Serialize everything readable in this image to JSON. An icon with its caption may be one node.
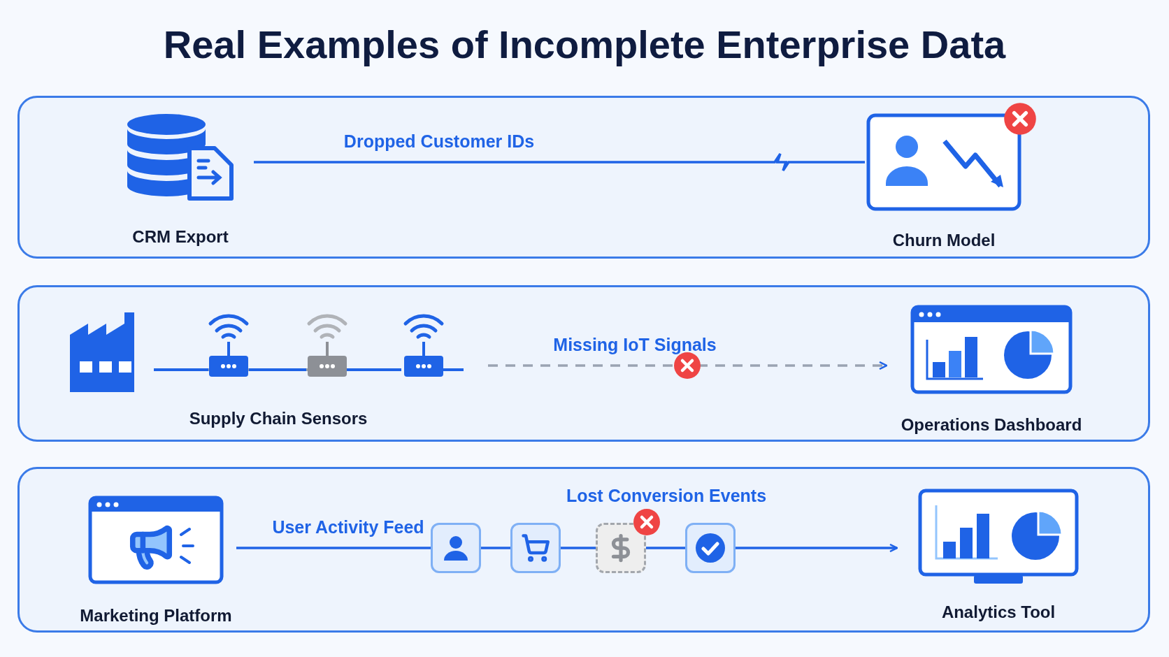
{
  "diagram": {
    "title": "Real Examples of Incomplete Enterprise Data",
    "nodes": [
      {
        "text": [],
        "shape": "box"
      },
      {
        "text": [
          "CRM Export"
        ],
        "in": 0
      },
      {
        "text": [
          "Churn Model"
        ],
        "in": 0
      },
      {
        "text": [],
        "shape": "box"
      },
      {
        "text": [
          "Supply Chain Sensors"
        ],
        "in": 3
      },
      {
        "text": [
          "Operations Dashboard"
        ],
        "in": 3
      },
      {
        "text": [],
        "shape": "box"
      },
      {
        "text": [
          "Marketing Platform"
        ],
        "in": 6
      },
      {
        "text": [],
        "shape": "box",
        "in": 6
      },
      {
        "text": [],
        "shape": "box",
        "in": 6
      },
      {
        "text": [],
        "shape": "box",
        "in": 6,
        "beside": [
          "Lost Conversion Events"
        ]
      },
      {
        "text": [],
        "shape": "box",
        "in": 6
      },
      {
        "text": [
          "Analytics Tool"
        ],
        "in": 6
      }
    ],
    "edges": [
      {
        "from": 1,
        "to": 2,
        "arrow": "none",
        "label": "Dropped Customer IDs"
      },
      {
        "from": 4,
        "to": 5,
        "arrow": "to",
        "label": "Missing IoT Signals",
        "style": "dashed",
        "color": "#9aa3b2"
      },
      {
        "from": 7,
        "to": 8,
        "arrow": "none",
        "label": "User Activity Feed"
      },
      {
        "from": 8,
        "to": 9,
        "arrow": "none"
      },
      {
        "from": 9,
        "to": 10,
        "arrow": "none"
      },
      {
        "from": 10,
        "to": 11,
        "arrow": "none"
      },
      {
        "from": 11,
        "to": 12,
        "arrow": "to"
      }
    ]
  }
}
